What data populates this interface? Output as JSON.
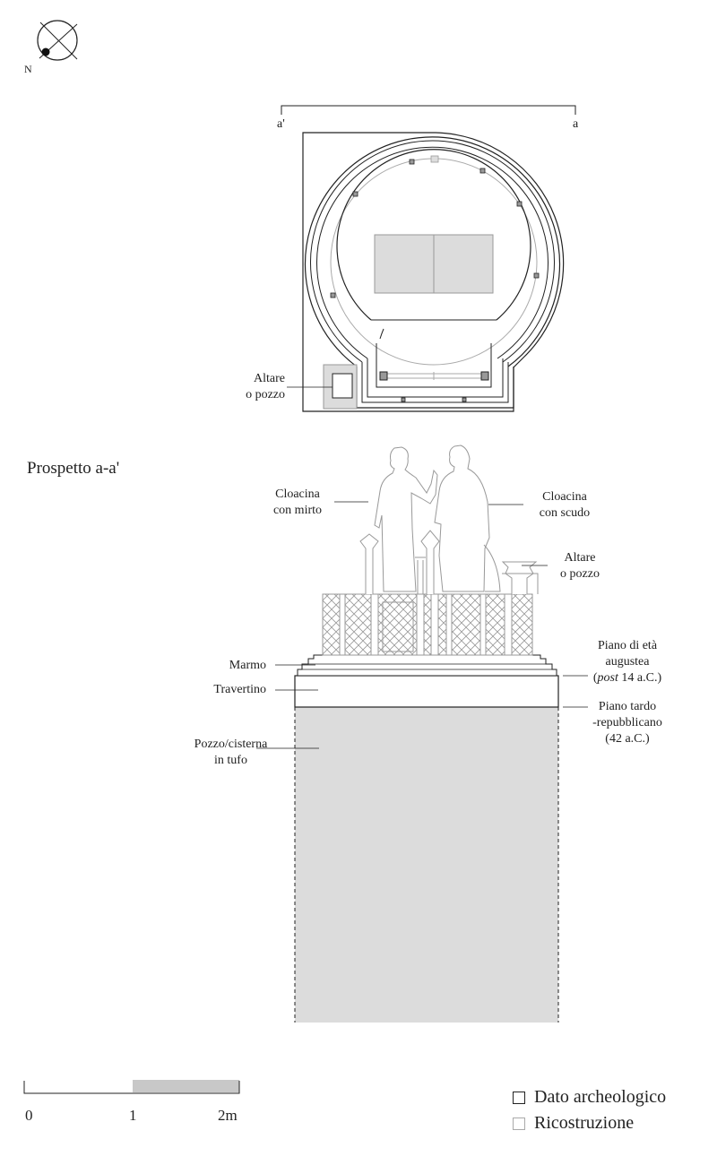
{
  "compass": {
    "north_label": "N"
  },
  "plan": {
    "section_mark_left": "a'",
    "section_mark_right": "a",
    "altare_label": [
      "Altare",
      "o pozzo"
    ]
  },
  "elevation": {
    "title": "Prospetto a-a'",
    "cloacina_mirto": [
      "Cloacina",
      "con mirto"
    ],
    "cloacina_scudo": [
      "Cloacina",
      "con scudo"
    ],
    "altare": [
      "Altare",
      "o pozzo"
    ],
    "marmo": "Marmo",
    "travertino": "Travertino",
    "pozzo": [
      "Pozzo/cisterna",
      "in tufo"
    ],
    "piano_augustea": {
      "line1": "Piano di età",
      "line2": "augustea",
      "post": "post",
      "rest": " 14 a.C.)"
    },
    "piano_tardo": [
      "Piano tardo",
      "-repubblicano",
      "(42 a.C.)"
    ]
  },
  "scale_bar": {
    "labels": [
      "0",
      "1",
      "2m"
    ]
  },
  "legend": {
    "archeologico": "Dato archeologico",
    "ricostruzione": "Ricostruzione"
  },
  "colors": {
    "line": "#222222",
    "reconstruction": "#aaaaaa",
    "fill": "#dcdcdc"
  }
}
